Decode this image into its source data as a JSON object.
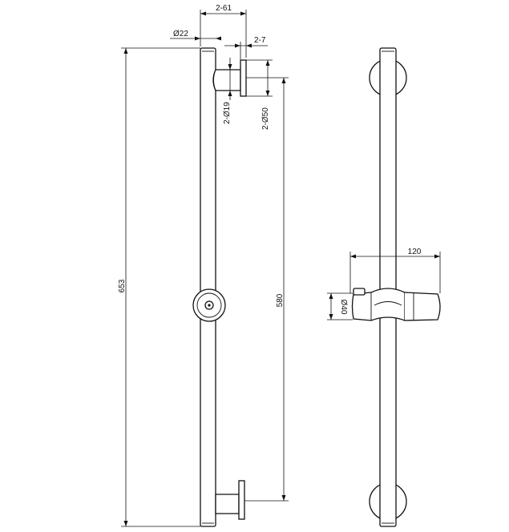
{
  "dimensions": {
    "overall_length": "653",
    "hole_spacing": "580",
    "wall_projection": "2-61",
    "rail_diameter": "Ø22",
    "flange_thickness": "2-7",
    "arm_diameter": "2-Ø19",
    "flange_diameter": "2-Ø50",
    "slider_width": "120",
    "slider_diameter": "Ø40"
  }
}
